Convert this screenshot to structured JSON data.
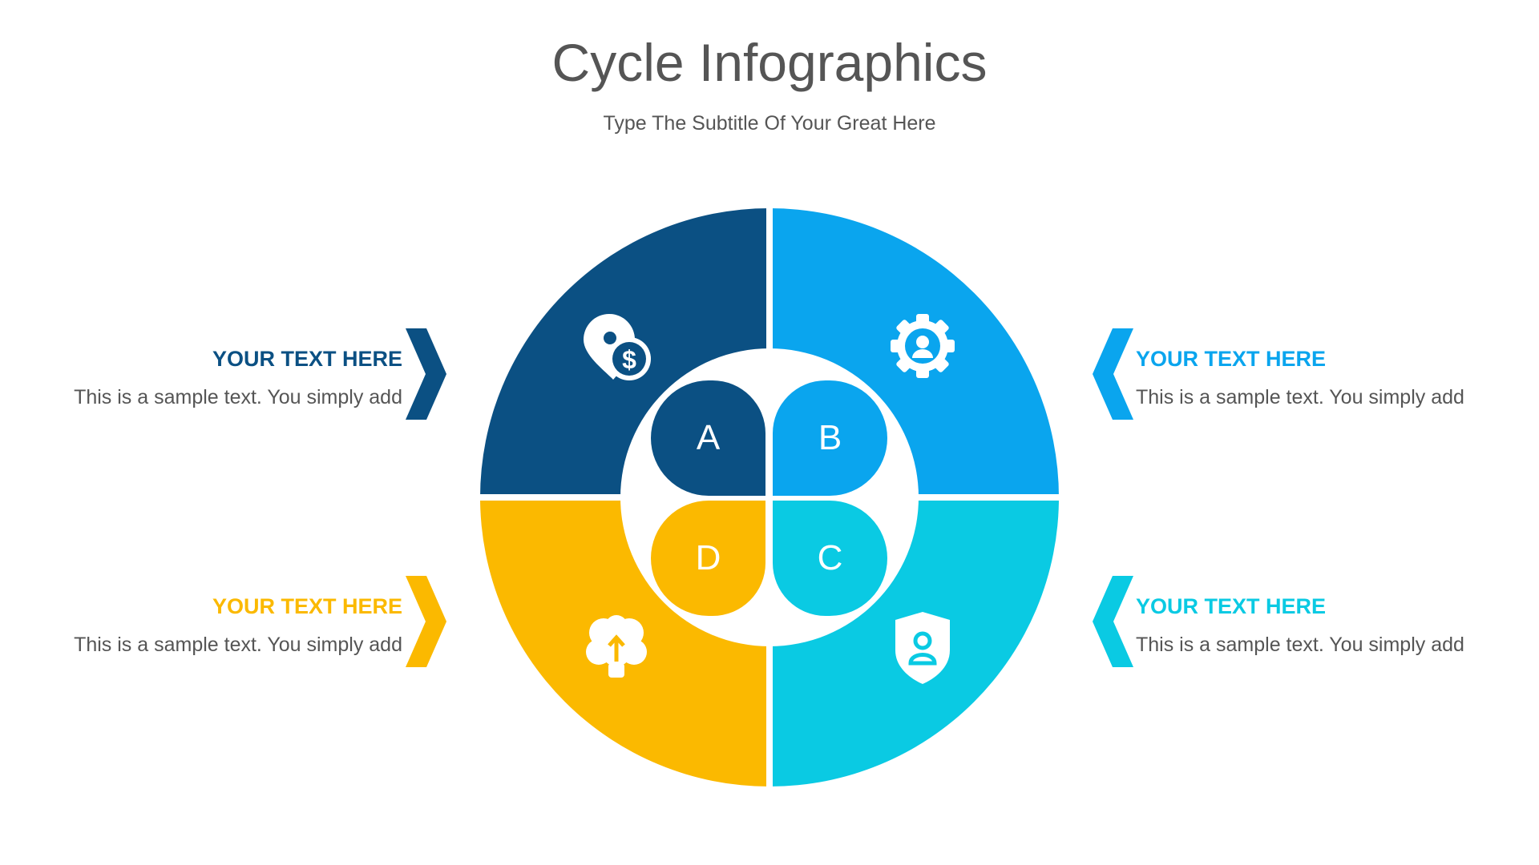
{
  "title": "Cycle Infographics",
  "subtitle": "Type The Subtitle Of Your Great Here",
  "colors": {
    "a": "#0B5083",
    "b": "#0AA5EE",
    "c": "#0ACAE3",
    "d": "#FBB900",
    "text": "#555555"
  },
  "items": [
    {
      "letter": "A",
      "heading": "YOUR TEXT HERE",
      "body": "This is a sample text. You simply add",
      "icon": "location-dollar-icon"
    },
    {
      "letter": "B",
      "heading": "YOUR TEXT HERE",
      "body": "This is a sample text. You simply add",
      "icon": "gear-user-icon"
    },
    {
      "letter": "C",
      "heading": "YOUR TEXT HERE",
      "body": "This is a sample text. You simply add",
      "icon": "shield-user-icon"
    },
    {
      "letter": "D",
      "heading": "YOUR TEXT HERE",
      "body": "This is a sample text. You simply add",
      "icon": "brain-bulb-icon"
    }
  ]
}
